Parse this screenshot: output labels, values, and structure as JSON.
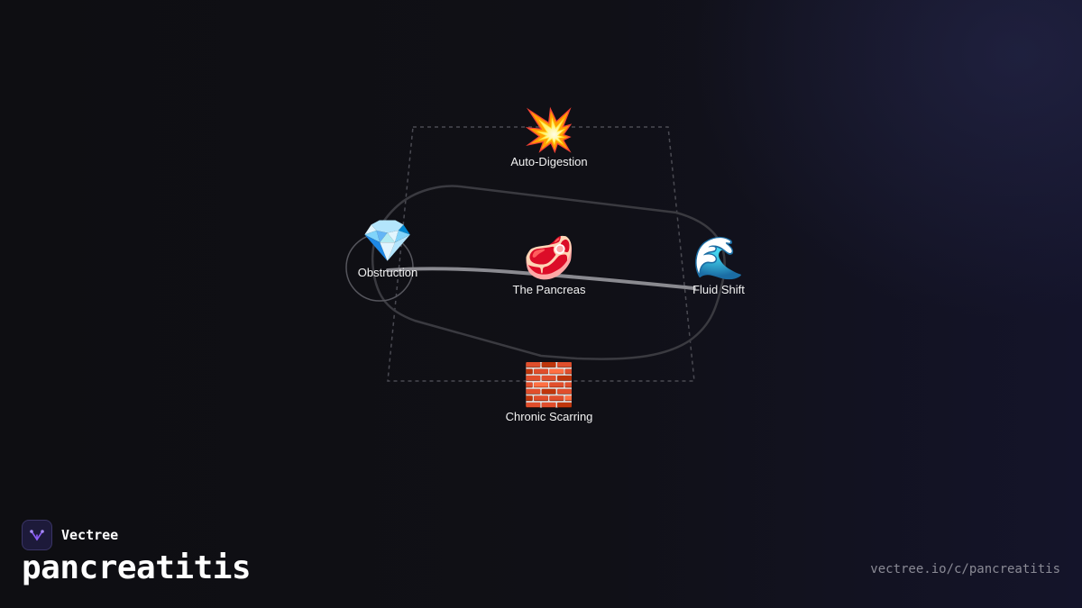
{
  "diagram": {
    "nodes": [
      {
        "id": "auto-digestion",
        "label": "Auto-Digestion",
        "icon": "collision-icon",
        "glyph": "💥"
      },
      {
        "id": "obstruction",
        "label": "Obstruction",
        "icon": "gem-icon",
        "glyph": "💎"
      },
      {
        "id": "pancreas",
        "label": "The Pancreas",
        "icon": "cut-of-meat-icon",
        "glyph": "🥩"
      },
      {
        "id": "fluid-shift",
        "label": "Fluid Shift",
        "icon": "water-wave-icon",
        "glyph": "🌊"
      },
      {
        "id": "chronic-scarring",
        "label": "Chronic Scarring",
        "icon": "brick-icon",
        "glyph": "🧱"
      }
    ]
  },
  "brand": {
    "name": "Vectree",
    "logo_icon": "vectree-logo-icon",
    "accent_color": "#8b5cf6"
  },
  "topic": "pancreatitis",
  "url": "vectree.io/c/pancreatitis"
}
